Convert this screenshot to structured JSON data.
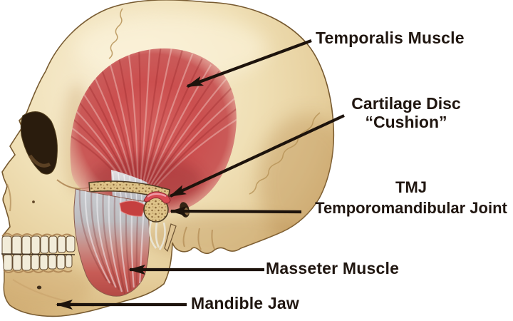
{
  "diagram": {
    "labels": {
      "temporalis": {
        "text": "Temporalis Muscle"
      },
      "cartilage_disc": {
        "line1": "Cartilage Disc",
        "line2": "“Cushion”"
      },
      "tmj": {
        "line1": "TMJ",
        "line2": "Temporomandibular Joint"
      },
      "masseter": {
        "text": "Masseter Muscle"
      },
      "mandible": {
        "text": "Mandible Jaw"
      }
    },
    "colors": {
      "background": "#ffffff",
      "bone_light": "#f7ecce",
      "bone_mid": "#e6cf9d",
      "bone_shadow": "#c9a167",
      "muscle_red": "#c94f4c",
      "tendon_gray": "#c6cbd2",
      "cartilage_pink": "#d84a52",
      "spongy_bone": "#dec389",
      "eye_socket": "#2a1c0d",
      "arrow": "#1d130c",
      "label_text": "#201610"
    }
  }
}
